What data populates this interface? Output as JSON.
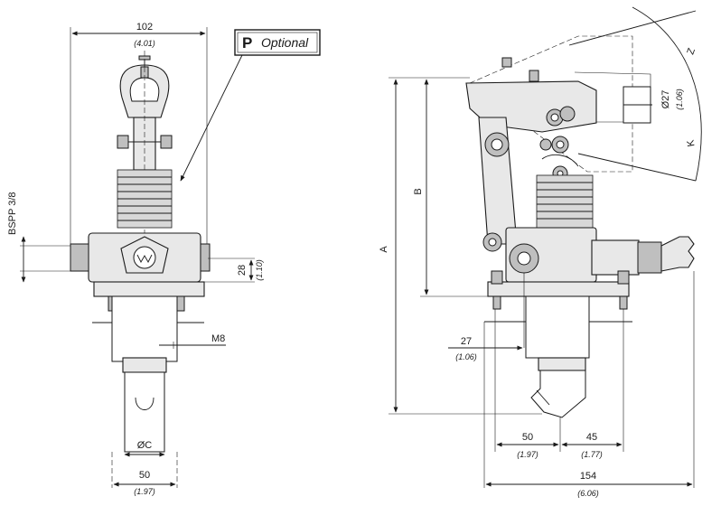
{
  "front_view": {
    "width_mm": "102",
    "width_in": "(4.01)",
    "port_label": "BSPP 3/8",
    "height_mm": "28",
    "height_in": "(1.10)",
    "thread_label": "M8",
    "diameter_label": "ØC",
    "base_mm": "50",
    "base_in": "(1.97)"
  },
  "optional_callout": {
    "letter": "P",
    "text": "Optional"
  },
  "side_view": {
    "dim_a": "A",
    "dim_b": "B",
    "offset_mm": "27",
    "offset_in": "(1.06)",
    "span1_mm": "50",
    "span1_in": "(1.97)",
    "span2_mm": "45",
    "span2_in": "(1.77)",
    "total_mm": "154",
    "total_in": "(6.06)",
    "bore_mm": "Ø27",
    "bore_in": "(1.06)",
    "dim_z": "Z",
    "dim_k": "K"
  }
}
